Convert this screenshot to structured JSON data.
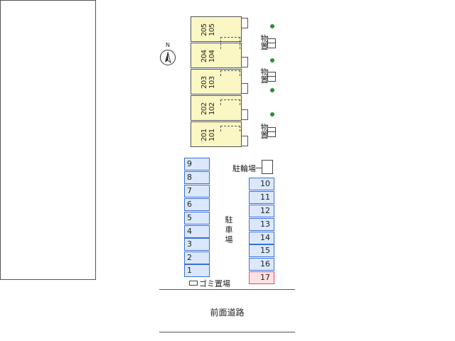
{
  "compass": {
    "north_label": "N"
  },
  "units": [
    {
      "upper": "205",
      "lower": "105"
    },
    {
      "upper": "204",
      "lower": "104"
    },
    {
      "upper": "203",
      "lower": "103"
    },
    {
      "upper": "202",
      "lower": "102"
    },
    {
      "upper": "201",
      "lower": "101"
    }
  ],
  "storage_label": "物置",
  "bicycle_parking": "駐輪場",
  "parking_label": "駐車場",
  "parking_left": [
    "9",
    "8",
    "7",
    "6",
    "5",
    "4",
    "3",
    "2",
    "1"
  ],
  "parking_right": [
    "10",
    "11",
    "12",
    "13",
    "14",
    "15",
    "16"
  ],
  "parking_special": "17",
  "garbage_label": "ゴミ置場",
  "road_label": "前面道路",
  "colors": {
    "building": "#fbf7c4",
    "parking": "#dbe8fb",
    "parking_border": "#3b6fd6",
    "special_parking": "#fde0e3",
    "tree": "#2f8f2f"
  }
}
